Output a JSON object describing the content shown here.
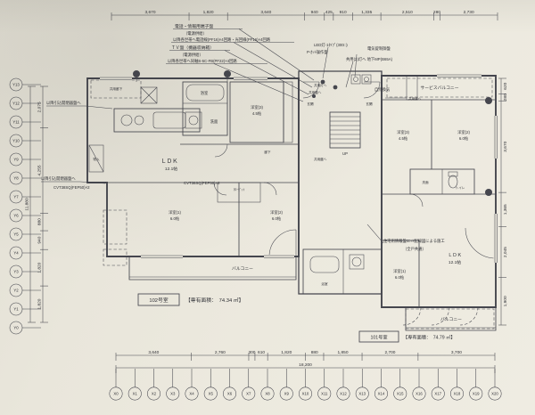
{
  "colors": {
    "paper": "#e9e6db",
    "ink": "#45464e"
  },
  "units": {
    "u102": {
      "name": "102号室",
      "area_label": "【専有面積：　74.34 ㎡】"
    },
    "u101": {
      "name": "101号室",
      "area_label": "【専有面積：　74.79 ㎡】"
    }
  },
  "dims": {
    "top": [
      "3,670",
      "1,820",
      "3,640",
      "940",
      "425",
      "910",
      "1,335",
      "2,510",
      "280",
      "2,730"
    ],
    "bottom": [
      "3,640",
      "2,760",
      "300",
      "610",
      "1,820",
      "880",
      "1,850",
      "2,700",
      "3,700"
    ],
    "bottom_total": "18,200",
    "left": [
      "2,075",
      "4,255",
      "880",
      "940",
      "1,820",
      "1,820"
    ],
    "left_total": "11,880",
    "right": [
      "620",
      "280",
      "3,670",
      "1,365",
      "2,045",
      "1,900"
    ]
  },
  "grid": {
    "x": [
      "X0",
      "X1",
      "X2",
      "X3",
      "X4",
      "X5",
      "X6",
      "X7",
      "X8",
      "X9",
      "X10",
      "X11",
      "X12",
      "X13",
      "X14",
      "X15",
      "X16",
      "X17",
      "X18",
      "X19",
      "X20"
    ],
    "y": [
      "Y13",
      "Y12",
      "Y11",
      "Y10",
      "Y9",
      "Y8",
      "Y7",
      "Y6",
      "Y5",
      "Y4",
      "Y3",
      "Y2",
      "Y1",
      "Y0"
    ]
  },
  "rooms": {
    "u102": {
      "ldk": "ＬＤＫ",
      "ldk_size": "12.1帖",
      "yo1": "洋室(1)",
      "yo1_size": "6.0帖",
      "yo2": "洋室(2)",
      "yo2_size": "6.0帖",
      "yo3": "洋室(3)",
      "yo3_size": "4.5帖",
      "bath": "浴室",
      "wash": "洗面",
      "closet": "ｸﾛｰｾﾞｯﾄ",
      "balcony": "バルコニー",
      "hall": "廊下",
      "entry": "玄関",
      "storage": "物入"
    },
    "u101": {
      "ldk": "ＬＤＫ",
      "ldk_size": "12.1帖",
      "yo1": "洋室(1)",
      "yo1_size": "6.0帖",
      "yo2": "洋室(2)",
      "yo2_size": "6.0帖",
      "yo3": "洋室(3)",
      "yo3_size": "4.5帖",
      "bath": "浴室",
      "wash": "洗面",
      "wc": "トイレ",
      "service_balcony": "サービスバルコニー",
      "balcony": "バルコニー",
      "entry": "玄関"
    },
    "common": {
      "stairs_up": "UP",
      "corridor": "共用廊下"
    }
  },
  "annotations": {
    "phone_panel": "電話・情報用端子盤",
    "power1": "（電源供給）",
    "phone_line": "以降各世帯へ電話線(PF16)×4回路・光回線(PF16)×4回路",
    "tv_panel": "ＴＶ盤（機器収納箱）",
    "power2": "（電源供給）",
    "tv_line": "以降各世帯へ同軸S-5C-FB(PF22)×4回路",
    "led": "LED灯-1ﾀｲﾌﾟ(300□)",
    "pcut": "P-ｶｯﾄ操作盤",
    "lock": "電気錠制御盤",
    "kyo2": "共用(2)灯へ 地下MP(B65A)",
    "vent": "自然換気",
    "kyolight1": "共用灯へ",
    "kyoban1": "共用盤へ",
    "kyoban2": "共用盤へ",
    "kyoban3": "共用盤へ",
    "pull1": "以降引込開閉器盤へ",
    "pull2": "以降引込開閉器盤へ",
    "cvt1": "CVT38SQ(FEP50)×2",
    "cvt2": "CVT38SQ(FEP50)×2",
    "johoban": "住宅用情報盤ﾕﾆｯﾄ配線図による施工",
    "johoban2": "（全戸共通）"
  }
}
